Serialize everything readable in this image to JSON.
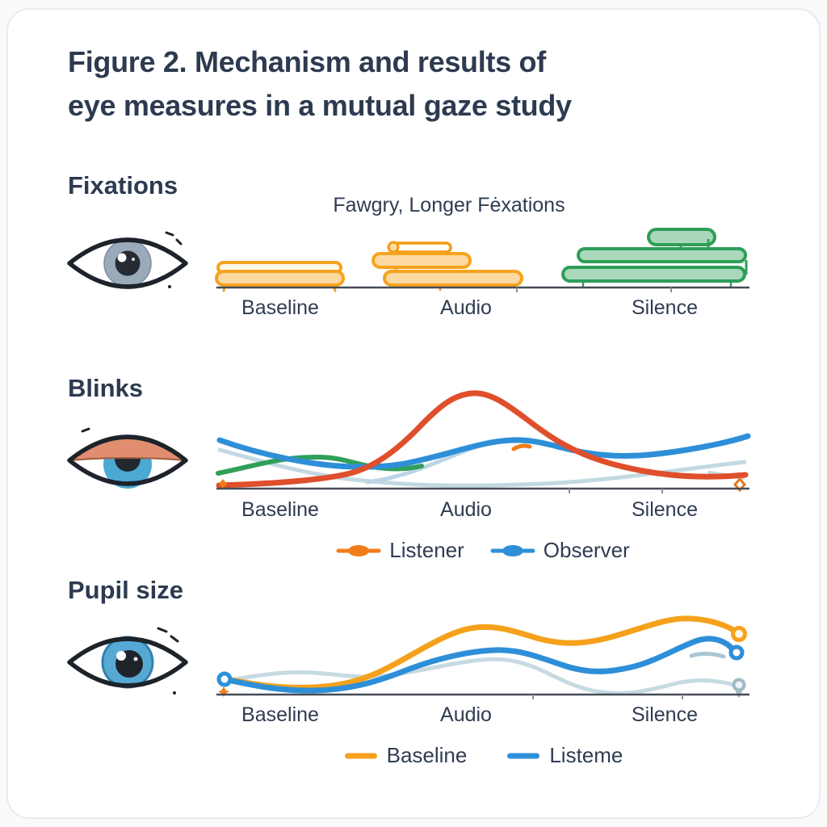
{
  "title": {
    "line1": "Figure 2. Mechanism and results of",
    "line2": "eye measures in a mutual gaze study"
  },
  "colors": {
    "text_dark": "#2d3a4f",
    "axis": "#454c57",
    "orange": "#F5A31F",
    "orange_fill": "#FBD9A0",
    "red_orange": "#DF4F2B",
    "blue": "#2E8FD8",
    "light_blue": "#C3D9E2",
    "green": "#2E9E57",
    "green_fill": "#A9D8BB",
    "salmon_eyelid": "#E08E6F",
    "iris_gray": "#9BAABB",
    "iris_blue": "#4BA9D3",
    "card_bg": "#ffffff",
    "page_bg": "#fafafa"
  },
  "sections": {
    "fixations": {
      "heading": "Fixations",
      "subtitle": "Fawgry, Longer Fėxations",
      "axis_labels": [
        "Baseline",
        "Audio",
        "Silence"
      ],
      "icon": "eye-open-icon"
    },
    "blinks": {
      "heading": "Blinks",
      "axis_labels": [
        "Baseline",
        "Audio",
        "Silence"
      ],
      "legend": [
        {
          "label": "Listener",
          "color": "#F07D1A"
        },
        {
          "label": "Observer",
          "color": "#2E8FD8"
        }
      ],
      "icon": "eye-blinking-icon"
    },
    "pupil": {
      "heading": "Pupil size",
      "axis_labels": [
        "Baseline",
        "Audio",
        "Silence"
      ],
      "legend": [
        {
          "label": "Baseline",
          "color": "#F5A11C"
        },
        {
          "label": "Listeme",
          "color": "#2E8FD8"
        }
      ],
      "icon": "eye-dilated-icon"
    }
  },
  "chart_data": [
    {
      "panel": "Fixations",
      "type": "bar",
      "orientation": "horizontal-schematic",
      "categories": [
        "Baseline",
        "Audio",
        "Silence"
      ],
      "values": [
        1,
        2,
        3
      ],
      "value_meaning": "number of stacked fixation bars / relative fixation amount",
      "bar_colors": [
        "#F5A31F",
        "#F5A31F",
        "#2E9E57"
      ],
      "annotation": "Fawgry, Longer Fėxations",
      "grid": false
    },
    {
      "panel": "Blinks",
      "type": "line",
      "x_axis": {
        "categories": [
          "Baseline",
          "Audio",
          "Silence"
        ],
        "positions": [
          0.12,
          0.47,
          0.84
        ]
      },
      "ylim": [
        0,
        1
      ],
      "series": [
        {
          "name": "Listener",
          "color": "#DF4F2B",
          "x": [
            0,
            0.2,
            0.4,
            0.48,
            0.6,
            0.75,
            1
          ],
          "y": [
            0.03,
            0.1,
            0.5,
            0.87,
            0.45,
            0.22,
            0.12
          ],
          "markers": "diamond-at-ends"
        },
        {
          "name": "Observer",
          "color": "#2E8FD8",
          "x": [
            0,
            0.26,
            0.55,
            0.68,
            0.82,
            1
          ],
          "y": [
            0.44,
            0.2,
            0.44,
            0.35,
            0.31,
            0.48
          ]
        },
        {
          "name": "unlabeled-green",
          "color": "#2FA05A",
          "x": [
            0,
            0.19,
            0.3,
            0.38
          ],
          "y": [
            0.14,
            0.29,
            0.2,
            0.21
          ]
        },
        {
          "name": "unlabeled-light",
          "color": "#C3D9E2",
          "x": [
            0,
            0.26,
            0.57,
            1
          ],
          "y": [
            0.35,
            0.09,
            0.03,
            0.24
          ]
        }
      ],
      "legend": [
        "Listener",
        "Observer"
      ],
      "legend_position": "bottom-center",
      "grid": false
    },
    {
      "panel": "Pupil size",
      "type": "line",
      "x_axis": {
        "categories": [
          "Baseline",
          "Audio",
          "Silence"
        ],
        "positions": [
          0.12,
          0.47,
          0.84
        ]
      },
      "ylim": [
        0,
        1
      ],
      "series": [
        {
          "name": "Baseline",
          "color": "#F5A11C",
          "x": [
            0,
            0.17,
            0.48,
            0.65,
            0.87,
            0.97
          ],
          "y": [
            0.18,
            0.08,
            0.72,
            0.56,
            0.84,
            0.68
          ],
          "end_marker": "open-circle"
        },
        {
          "name": "Listeme",
          "color": "#2E8FD8",
          "x": [
            0,
            0.17,
            0.53,
            0.66,
            0.9,
            0.97
          ],
          "y": [
            0.17,
            0.05,
            0.49,
            0.32,
            0.6,
            0.46
          ],
          "end_marker": "open-circle"
        },
        {
          "name": "unlabeled-light",
          "color": "#C6DAE1",
          "x": [
            0,
            0.15,
            0.5,
            0.74,
            0.97
          ],
          "y": [
            0.16,
            0.25,
            0.38,
            0.02,
            0.11
          ],
          "end_marker": "open-teardrop"
        }
      ],
      "legend": [
        "Baseline",
        "Listeme"
      ],
      "legend_position": "bottom-center",
      "grid": false
    }
  ]
}
